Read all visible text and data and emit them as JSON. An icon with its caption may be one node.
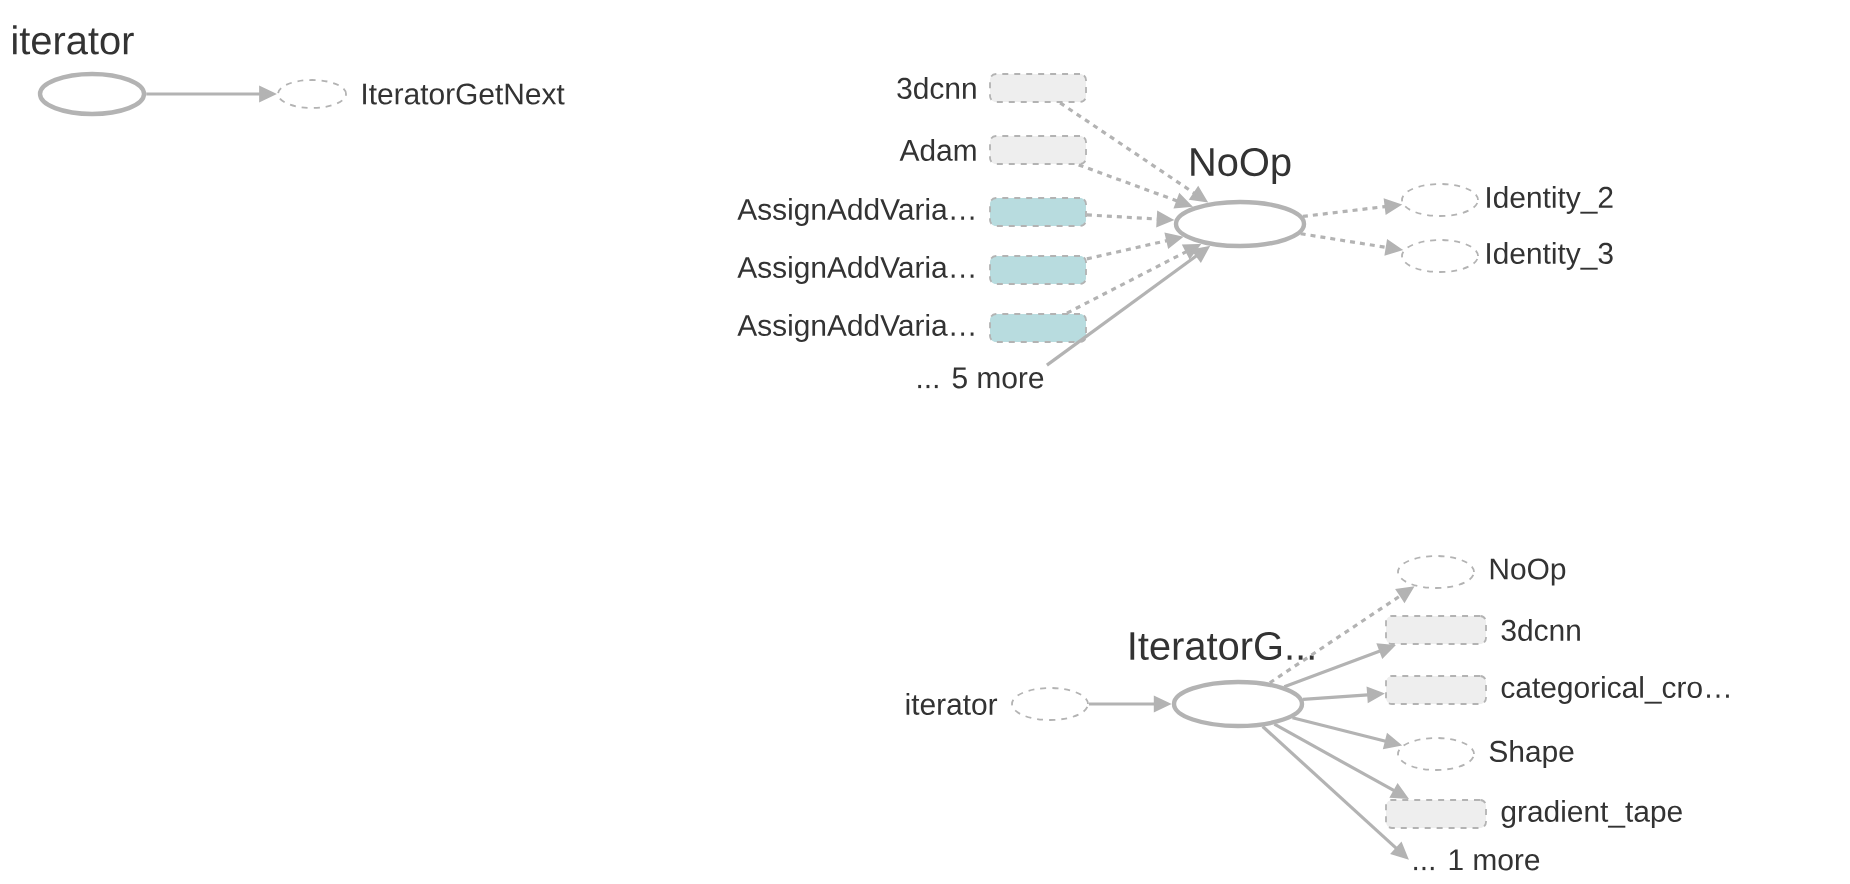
{
  "diagram": {
    "nodes": [
      {
        "text": [
          "iterator"
        ]
      },
      {
        "text": [
          "IteratorGetNext"
        ]
      },
      {
        "text": [
          "3dcnn"
        ]
      },
      {
        "text": [
          "Adam"
        ]
      },
      {
        "text": [
          "AssignAddVaria…"
        ]
      },
      {
        "text": [
          "AssignAddVaria…"
        ]
      },
      {
        "text": [
          "AssignAddVaria…"
        ]
      },
      {
        "text": [
          "... 5 more"
        ]
      },
      {
        "text": [
          "NoOp"
        ]
      },
      {
        "text": [
          "Identity_2"
        ]
      },
      {
        "text": [
          "Identity_3"
        ]
      },
      {
        "text": [
          "iterator"
        ]
      },
      {
        "text": [
          "IteratorG..."
        ]
      },
      {
        "text": [
          "NoOp"
        ]
      },
      {
        "text": [
          "3dcnn"
        ]
      },
      {
        "text": [
          "categorical_cro…"
        ]
      },
      {
        "text": [
          "Shape"
        ]
      },
      {
        "text": [
          "gradient_tape"
        ]
      },
      {
        "text": [
          "... 1 more"
        ]
      }
    ],
    "edges": [
      {
        "from": 0,
        "to": 1,
        "arrow": "to"
      },
      {
        "from": 2,
        "to": 8,
        "arrow": "to",
        "style": "dashed"
      },
      {
        "from": 3,
        "to": 8,
        "arrow": "to",
        "style": "dashed"
      },
      {
        "from": 4,
        "to": 8,
        "arrow": "to",
        "style": "dashed"
      },
      {
        "from": 5,
        "to": 8,
        "arrow": "to",
        "style": "dashed"
      },
      {
        "from": 6,
        "to": 8,
        "arrow": "to",
        "style": "dashed"
      },
      {
        "from": 7,
        "to": 8,
        "arrow": "to"
      },
      {
        "from": 8,
        "to": 9,
        "arrow": "to",
        "style": "dashed"
      },
      {
        "from": 8,
        "to": 10,
        "arrow": "to",
        "style": "dashed"
      },
      {
        "from": 11,
        "to": 12,
        "arrow": "to"
      },
      {
        "from": 12,
        "to": 13,
        "arrow": "to",
        "style": "dashed"
      },
      {
        "from": 12,
        "to": 14,
        "arrow": "to"
      },
      {
        "from": 12,
        "to": 15,
        "arrow": "to"
      },
      {
        "from": 12,
        "to": 16,
        "arrow": "to"
      },
      {
        "from": 12,
        "to": 17,
        "arrow": "to"
      },
      {
        "from": 12,
        "to": 18,
        "arrow": "to"
      }
    ]
  }
}
